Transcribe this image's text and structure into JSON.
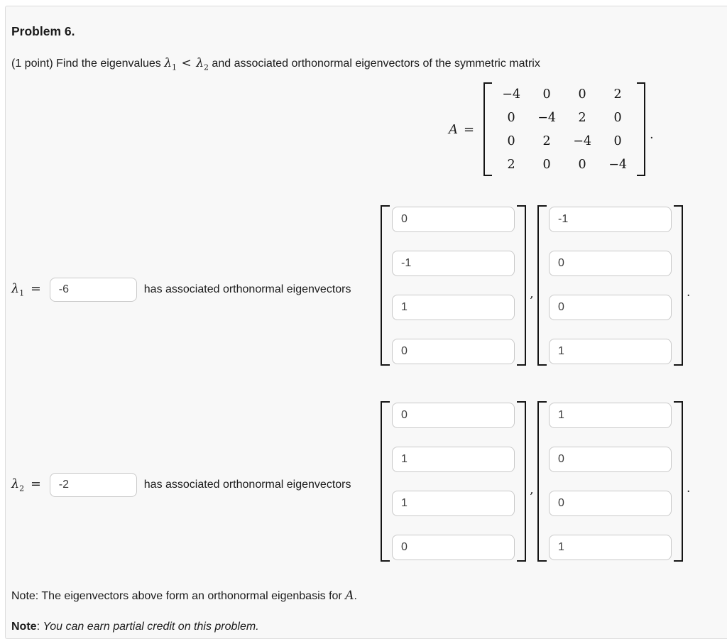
{
  "title": "Problem 6.",
  "intro": {
    "prefix": "(1 point) Find the eigenvalues",
    "lambda": "λ",
    "sub1": "1",
    "relation": "<",
    "sub2": "2",
    "suffix": "and associated orthonormal eigenvectors of the symmetric matrix"
  },
  "matrix": {
    "variable": "A",
    "equals": "=",
    "rows": [
      [
        "−4",
        "0",
        "0",
        "2"
      ],
      [
        "0",
        "−4",
        "2",
        "0"
      ],
      [
        "0",
        "2",
        "−4",
        "0"
      ],
      [
        "2",
        "0",
        "0",
        "−4"
      ]
    ],
    "period": "."
  },
  "sections": [
    {
      "lambda": "λ",
      "sub": "1",
      "equals": "=",
      "value": "-6",
      "text": "has associated orthonormal eigenvectors",
      "columns": [
        [
          "0",
          "-1",
          "1",
          "0"
        ],
        [
          "-1",
          "0",
          "0",
          "1"
        ]
      ],
      "comma": ",",
      "period": "."
    },
    {
      "lambda": "λ",
      "sub": "2",
      "equals": "=",
      "value": "-2",
      "text": "has associated orthonormal eigenvectors",
      "columns": [
        [
          "0",
          "1",
          "1",
          "0"
        ],
        [
          "1",
          "0",
          "0",
          "1"
        ]
      ],
      "comma": ",",
      "period": "."
    }
  ],
  "notes": {
    "note1": {
      "label": "Note:",
      "body": "The eigenvectors above form an orthonormal eigenbasis for",
      "math_var": "A",
      "period": "."
    },
    "note2": {
      "label": "Note",
      "colon": ":",
      "body": "You can earn partial credit on this problem."
    }
  },
  "colors": {
    "page_bg": "#ffffff",
    "panel_bg": "#f8f8f8",
    "panel_border": "#dcdcdc",
    "text": "#1b1b1b",
    "input_border": "#c9c9c9",
    "input_text": "#3d3d3d",
    "bracket": "#151515"
  }
}
